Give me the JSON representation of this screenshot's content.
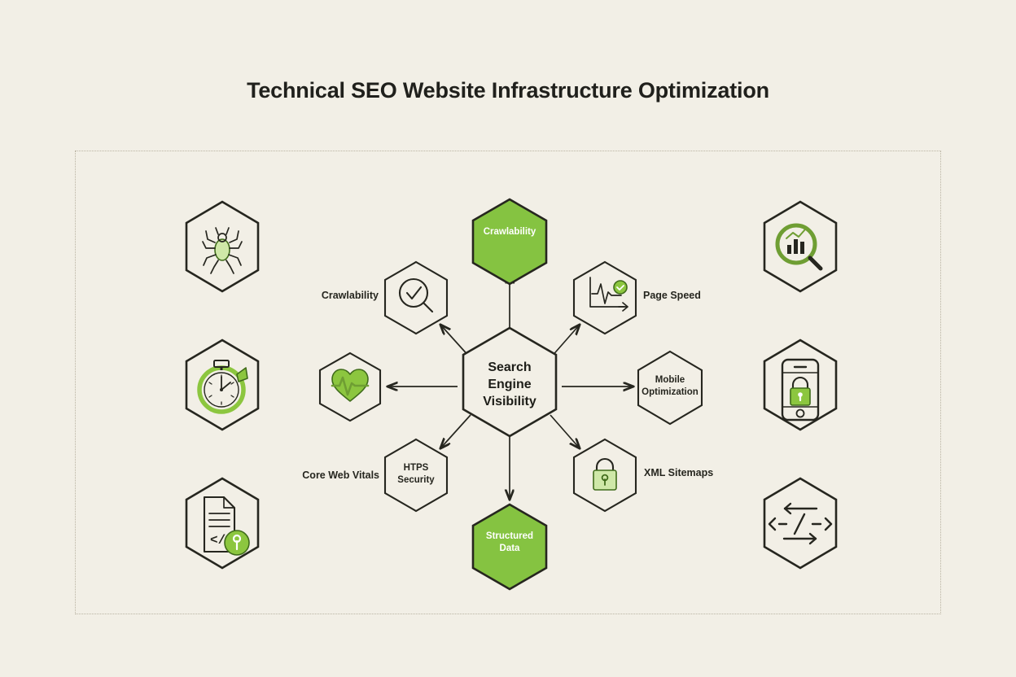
{
  "page": {
    "title": "Technical SEO Website Infrastructure Optimization",
    "background_color": "#f2efe6",
    "accent_color": "#85c341",
    "ink_color": "#26261f"
  },
  "diagram": {
    "type": "hub-and-spoke hexagon diagram",
    "hub": {
      "label_line1": "Search",
      "label_line2": "Engine",
      "label_line3": "Visibility"
    },
    "spokes": [
      {
        "id": "crawlability-top",
        "label": "Crawlability",
        "position": "top",
        "style": "green-filled",
        "icon": "none",
        "label_inside": true
      },
      {
        "id": "crawlability-upper-left",
        "label": "Crawlability",
        "position": "upper-left",
        "style": "outline",
        "icon": "search-check-icon",
        "label_inside": false
      },
      {
        "id": "page-speed",
        "label": "Page Speed",
        "position": "upper-right",
        "style": "outline",
        "icon": "speed-chart-icon",
        "label_inside": false
      },
      {
        "id": "core-web-vitals",
        "label": "Core Web Vitals",
        "position": "left",
        "style": "outline",
        "icon": "heart-pulse-icon",
        "label_inside": false
      },
      {
        "id": "mobile-optimization",
        "label_line1": "Mobile",
        "label_line2": "Optimization",
        "label": "Mobile Optimization",
        "position": "right",
        "style": "outline",
        "icon": "none",
        "label_inside": true
      },
      {
        "id": "https-security",
        "label_line1": "HTPS",
        "label_line2": "Security",
        "label": "HTPS Security",
        "position": "lower-left",
        "style": "outline",
        "icon": "none",
        "label_inside": true
      },
      {
        "id": "xml-sitemaps",
        "label": "XML Sitemaps",
        "position": "lower-right",
        "style": "outline",
        "icon": "padlock-icon",
        "label_inside": false
      },
      {
        "id": "structured-data",
        "label_line1": "Structured",
        "label_line2": "Data",
        "label": "Structured Data",
        "position": "bottom",
        "style": "green-filled",
        "icon": "none",
        "label_inside": true
      }
    ],
    "decorative_hexagons": [
      {
        "id": "spider-crawler",
        "position": "top-left",
        "icon": "spider-icon"
      },
      {
        "id": "search-analytics",
        "position": "top-right",
        "icon": "magnifier-chart-icon"
      },
      {
        "id": "stopwatch-speed",
        "position": "middle-left",
        "icon": "stopwatch-icon"
      },
      {
        "id": "mobile-secure",
        "position": "middle-right",
        "icon": "phone-lock-icon"
      },
      {
        "id": "code-document",
        "position": "bottom-left",
        "icon": "document-code-key-icon"
      },
      {
        "id": "code-exchange",
        "position": "bottom-right",
        "icon": "code-arrows-icon"
      }
    ]
  }
}
